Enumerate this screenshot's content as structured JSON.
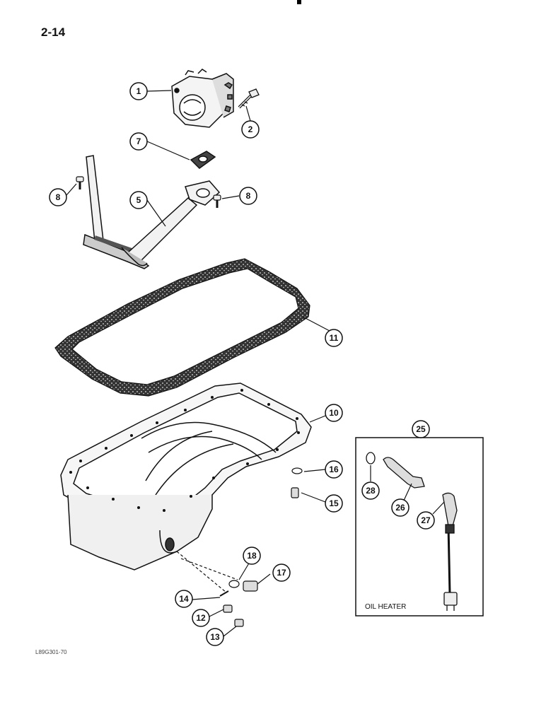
{
  "page_number": "2-14",
  "doc_code": "L89G301-70",
  "inset": {
    "callout": "25",
    "caption": "OIL HEATER"
  },
  "callouts": {
    "c1": "1",
    "c2": "2",
    "c5": "5",
    "c7": "7",
    "c8a": "8",
    "c8b": "8",
    "c10": "10",
    "c11": "11",
    "c12": "12",
    "c13": "13",
    "c14": "14",
    "c15": "15",
    "c16": "16",
    "c17": "17",
    "c18": "18",
    "c26": "26",
    "c27": "27",
    "c28": "28"
  }
}
